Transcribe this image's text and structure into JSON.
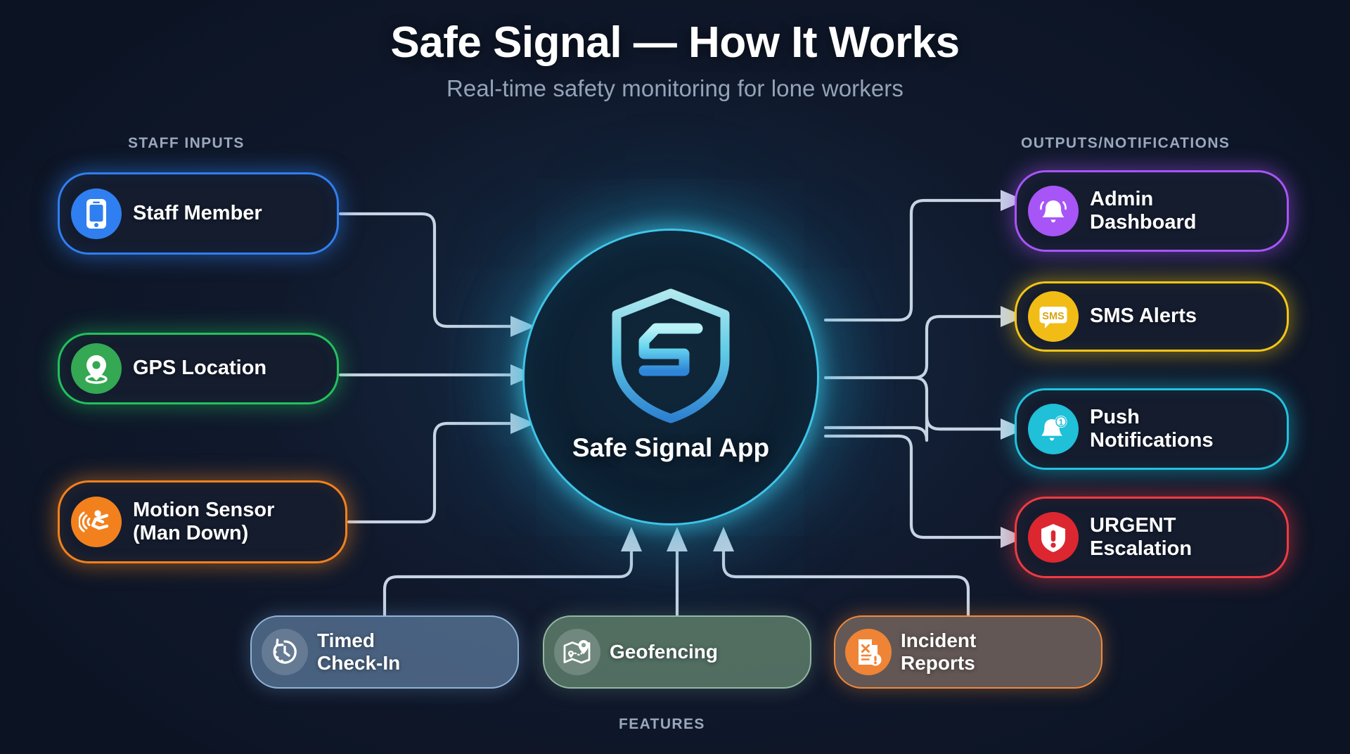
{
  "header": {
    "title": "Safe Signal — How It Works",
    "subtitle": "Real-time safety monitoring for lone workers"
  },
  "sections": {
    "inputs_label": "STAFF INPUTS",
    "outputs_label": "OUTPUTS/NOTIFICATIONS",
    "features_label": "FEATURES"
  },
  "hub": {
    "label": "Safe Signal App",
    "icon": "shield-s-logo-icon",
    "accent_color": "#3fc5e8"
  },
  "inputs": [
    {
      "label": "Staff Member",
      "icon": "smartphone-icon",
      "color": "#2f7ff0"
    },
    {
      "label": "GPS Location",
      "icon": "map-pin-icon",
      "color": "#22c15e"
    },
    {
      "label": "Motion Sensor\n(Man Down)",
      "icon": "man-down-sensor-icon",
      "color": "#f2811d"
    }
  ],
  "outputs": [
    {
      "label": "Admin\nDashboard",
      "icon": "ringing-bell-icon",
      "color": "#a855f7"
    },
    {
      "label": "SMS Alerts",
      "icon": "sms-bubble-icon",
      "color": "#f5c518",
      "icon_text": "SMS"
    },
    {
      "label": "Push\nNotifications",
      "icon": "bell-badge-icon",
      "color": "#22c3dd",
      "badge_count": "1"
    },
    {
      "label": "URGENT\nEscalation",
      "icon": "shield-exclamation-icon",
      "color": "#ef3b42"
    }
  ],
  "features": [
    {
      "label": "Timed\nCheck-In",
      "icon": "clock-rewind-icon",
      "color": "#8fb4d8"
    },
    {
      "label": "Geofencing",
      "icon": "map-route-pin-icon",
      "color": "#93b8a2"
    },
    {
      "label": "Incident\nReports",
      "icon": "document-alert-icon",
      "color": "#f08a3c"
    }
  ],
  "connectors": {
    "stroke_color": "#c7d4e4",
    "flow": "inputs and features flow into the hub; hub flows out to notifications"
  }
}
